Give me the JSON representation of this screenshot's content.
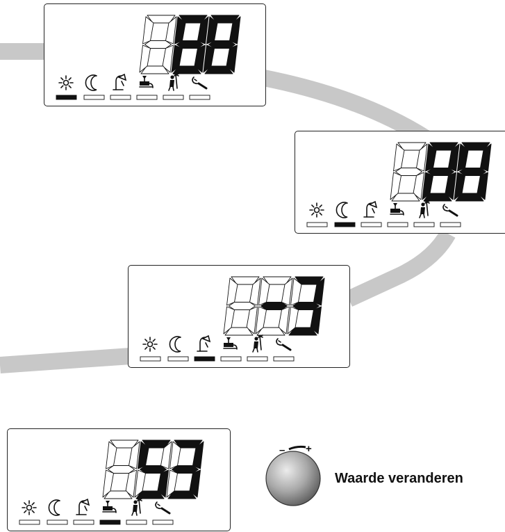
{
  "panels": [
    {
      "id": "panel-1",
      "digits": [
        {
          "value": "8",
          "lit": false
        },
        {
          "value": "8",
          "lit": true
        },
        {
          "value": "8",
          "lit": true
        }
      ],
      "active_mode": "sun-icon"
    },
    {
      "id": "panel-2",
      "digits": [
        {
          "value": "8",
          "lit": false
        },
        {
          "value": "8",
          "lit": true
        },
        {
          "value": "8",
          "lit": true
        }
      ],
      "active_mode": "moon-icon"
    },
    {
      "id": "panel-3",
      "digits": [
        {
          "value": "8",
          "lit": false
        },
        {
          "value": "-",
          "lit": true
        },
        {
          "value": "3",
          "lit": true
        }
      ],
      "active_mode": "shower-icon"
    },
    {
      "id": "panel-4",
      "digits": [
        {
          "value": "8",
          "lit": false
        },
        {
          "value": "5",
          "lit": true
        },
        {
          "value": "3",
          "lit": true
        }
      ],
      "active_mode": "tap-icon"
    }
  ],
  "mode_icons": [
    "sun-icon",
    "moon-icon",
    "shower-icon",
    "tap-icon",
    "chimney-sweep-icon",
    "wrench-icon"
  ],
  "knob": {
    "minus_symbol": "–",
    "plus_symbol": "+"
  },
  "caption": "Waarde veranderen",
  "colors": {
    "track": "#c8c8c8",
    "lit_segment": "#111111",
    "active_bar": "#111111"
  }
}
